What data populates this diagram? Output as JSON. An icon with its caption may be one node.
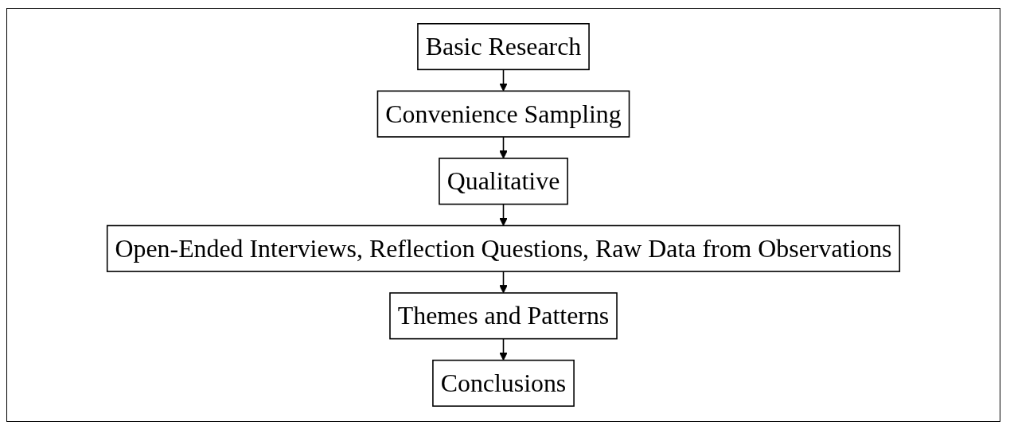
{
  "diagram": {
    "nodes": [
      {
        "text": [
          "Basic Research"
        ]
      },
      {
        "text": [
          "Convenience Sampling"
        ]
      },
      {
        "text": [
          "Qualitative"
        ]
      },
      {
        "text": [
          "Open-Ended Interviews, Reflection Questions, Raw Data from Observations"
        ]
      },
      {
        "text": [
          "Themes and Patterns"
        ]
      },
      {
        "text": [
          "Conclusions"
        ]
      }
    ],
    "edges": [
      {
        "from": 0,
        "to": 1,
        "arrow": "to"
      },
      {
        "from": 1,
        "to": 2,
        "arrow": "to"
      },
      {
        "from": 2,
        "to": 3,
        "arrow": "to"
      },
      {
        "from": 3,
        "to": 4,
        "arrow": "to"
      },
      {
        "from": 4,
        "to": 5,
        "arrow": "to"
      }
    ]
  }
}
